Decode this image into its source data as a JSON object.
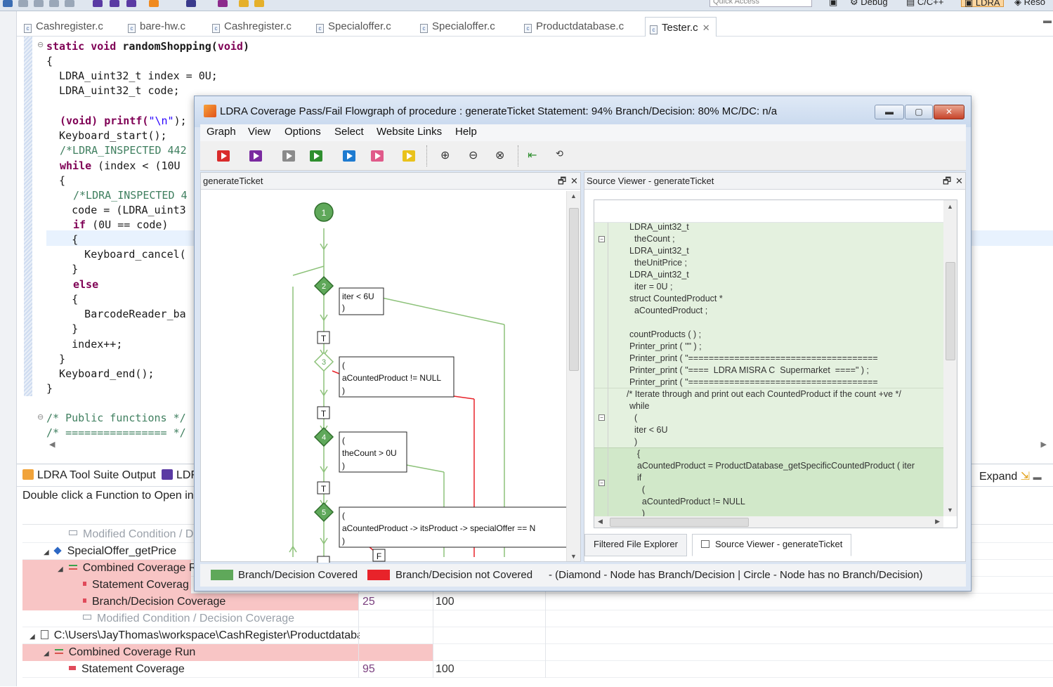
{
  "toolbar": {
    "quick_access_placeholder": "Quick Access",
    "perspectives": [
      "Debug",
      "C/C++",
      "LDRA",
      "Reso"
    ]
  },
  "editor": {
    "tabs": [
      {
        "label": "Cashregister.c",
        "active": false
      },
      {
        "label": "bare-hw.c",
        "active": false
      },
      {
        "label": "Cashregister.c",
        "active": false
      },
      {
        "label": "Specialoffer.c",
        "active": false
      },
      {
        "label": "Specialoffer.c",
        "active": false
      },
      {
        "label": "Productdatabase.c",
        "active": false
      },
      {
        "label": "Tester.c",
        "active": true
      }
    ],
    "code": {
      "l01_kw": "static void",
      "l01_name": " randomShopping(",
      "l01_kw2": "void",
      "l01_end": ")",
      "l02": "{",
      "l03": "  LDRA_uint32_t index = 0U;",
      "l04": "  LDRA_uint32_t code;",
      "l06_kw": "(void) printf(",
      "l06_str": "\"\\n\"",
      "l06_end": ");",
      "l07": "  Keyboard_start();",
      "l08": "/*LDRA_INSPECTED 442",
      "l09_kw": "while",
      "l09_rest": " (index < (10U",
      "l10": "  {",
      "l11": "/*LDRA_INSPECTED 4",
      "l12": "    code = (LDRA_uint3",
      "l13_kw": "if",
      "l13_rest": " (0U == code)",
      "l14": "    {",
      "l15": "      Keyboard_cancel(",
      "l16": "    }",
      "l17_kw": "else",
      "l18": "    {",
      "l19": "      BarcodeReader_ba",
      "l20": "    }",
      "l21": "    index++;",
      "l22": "  }",
      "l23": "  Keyboard_end();",
      "l24": "}",
      "l26": "/* Public functions */",
      "l27": "/* ================ */"
    }
  },
  "bottom": {
    "tabs": [
      "LDRA Tool Suite Output",
      "LDF"
    ],
    "hint": "Double click a Function to Open in",
    "expand_label": "Expand",
    "rows": [
      {
        "label": "Modified Condition / D",
        "col1": "",
        "col2": ""
      },
      {
        "label": "SpecialOffer_getPrice",
        "col1": "",
        "col2": ""
      },
      {
        "label": "Combined Coverage R",
        "col1": "",
        "col2": ""
      },
      {
        "label": "Statement Coverag",
        "col1": "",
        "col2": ""
      },
      {
        "label": "Branch/Decision Coverage",
        "col1": "25",
        "col2": "100"
      },
      {
        "label": "Modified Condition / Decision Coverage",
        "col1": "",
        "col2": ""
      },
      {
        "label": "C:\\Users\\JayThomas\\workspace\\CashRegister\\Productdatabas",
        "col1": "",
        "col2": ""
      },
      {
        "label": "Combined Coverage Run",
        "col1": "",
        "col2": ""
      },
      {
        "label": "Statement Coverage",
        "col1": "95",
        "col2": "100"
      }
    ]
  },
  "ldra": {
    "title": "LDRA Coverage Pass/Fail Flowgraph of procedure : generateTicket Statement: 94% Branch/Decision: 80% MC/DC: n/a",
    "menu": [
      "Graph",
      "View",
      "Options",
      "Select",
      "Website Links",
      "Help"
    ],
    "graph_pane_title": "generateTicket",
    "source_pane_title": "Source Viewer - generateTicket",
    "graph": {
      "nodes": [
        {
          "id": "1",
          "shape": "circle",
          "covered": true
        },
        {
          "id": "2",
          "shape": "diamond",
          "covered": true
        },
        {
          "id": "3",
          "shape": "diamond",
          "covered": false
        },
        {
          "id": "4",
          "shape": "diamond",
          "covered": true
        },
        {
          "id": "5",
          "shape": "diamond",
          "covered": true
        }
      ],
      "conditions": [
        {
          "line1": "iter < 6U",
          "line2": ")"
        },
        {
          "line0": "(",
          "line1": "aCountedProduct != NULL",
          "line2": ")"
        },
        {
          "line0": "(",
          "line1": "theCount > 0U",
          "line2": ")"
        },
        {
          "line0": "(",
          "line1": "aCountedProduct -> itsProduct -> specialOffer == N",
          "line2": ")"
        }
      ],
      "branch_true": "T",
      "branch_false": "F"
    },
    "source_lines": [
      "LDRA_uint32_t",
      "  theCount ;",
      "LDRA_uint32_t",
      "  theUnitPrice ;",
      "LDRA_uint32_t",
      "  iter = 0U ;",
      "struct CountedProduct *",
      "  aCountedProduct ;",
      "",
      "countProducts ( ) ;",
      "Printer_print ( \"\" ) ;",
      "Printer_print ( \"=====================================",
      "Printer_print ( \"====  LDRA MISRA C  Supermarket  ====\" ) ;",
      "Printer_print ( \"=====================================",
      "/* Iterate through and print out each CountedProduct if the count +ve */",
      "while",
      "  (",
      "  iter < 6U",
      "  )",
      "  {",
      "  aCountedProduct = ProductDatabase_getSpecificCountedProduct ( iter",
      "  if",
      "    (",
      "    aCountedProduct != NULL",
      "    )"
    ],
    "bottom_tabs": [
      "Filtered File Explorer",
      "Source Viewer - generateTicket"
    ],
    "legend": {
      "covered": "Branch/Decision Covered",
      "not_covered": "Branch/Decision not Covered",
      "note": "- (Diamond - Node has Branch/Decision | Circle - Node has no Branch/Decision)"
    },
    "colors": {
      "covered": "#5fa85a",
      "not_covered": "#e8232a",
      "source_bg": "#e4f1df",
      "source_bg_dark": "#d1e8c9"
    }
  }
}
